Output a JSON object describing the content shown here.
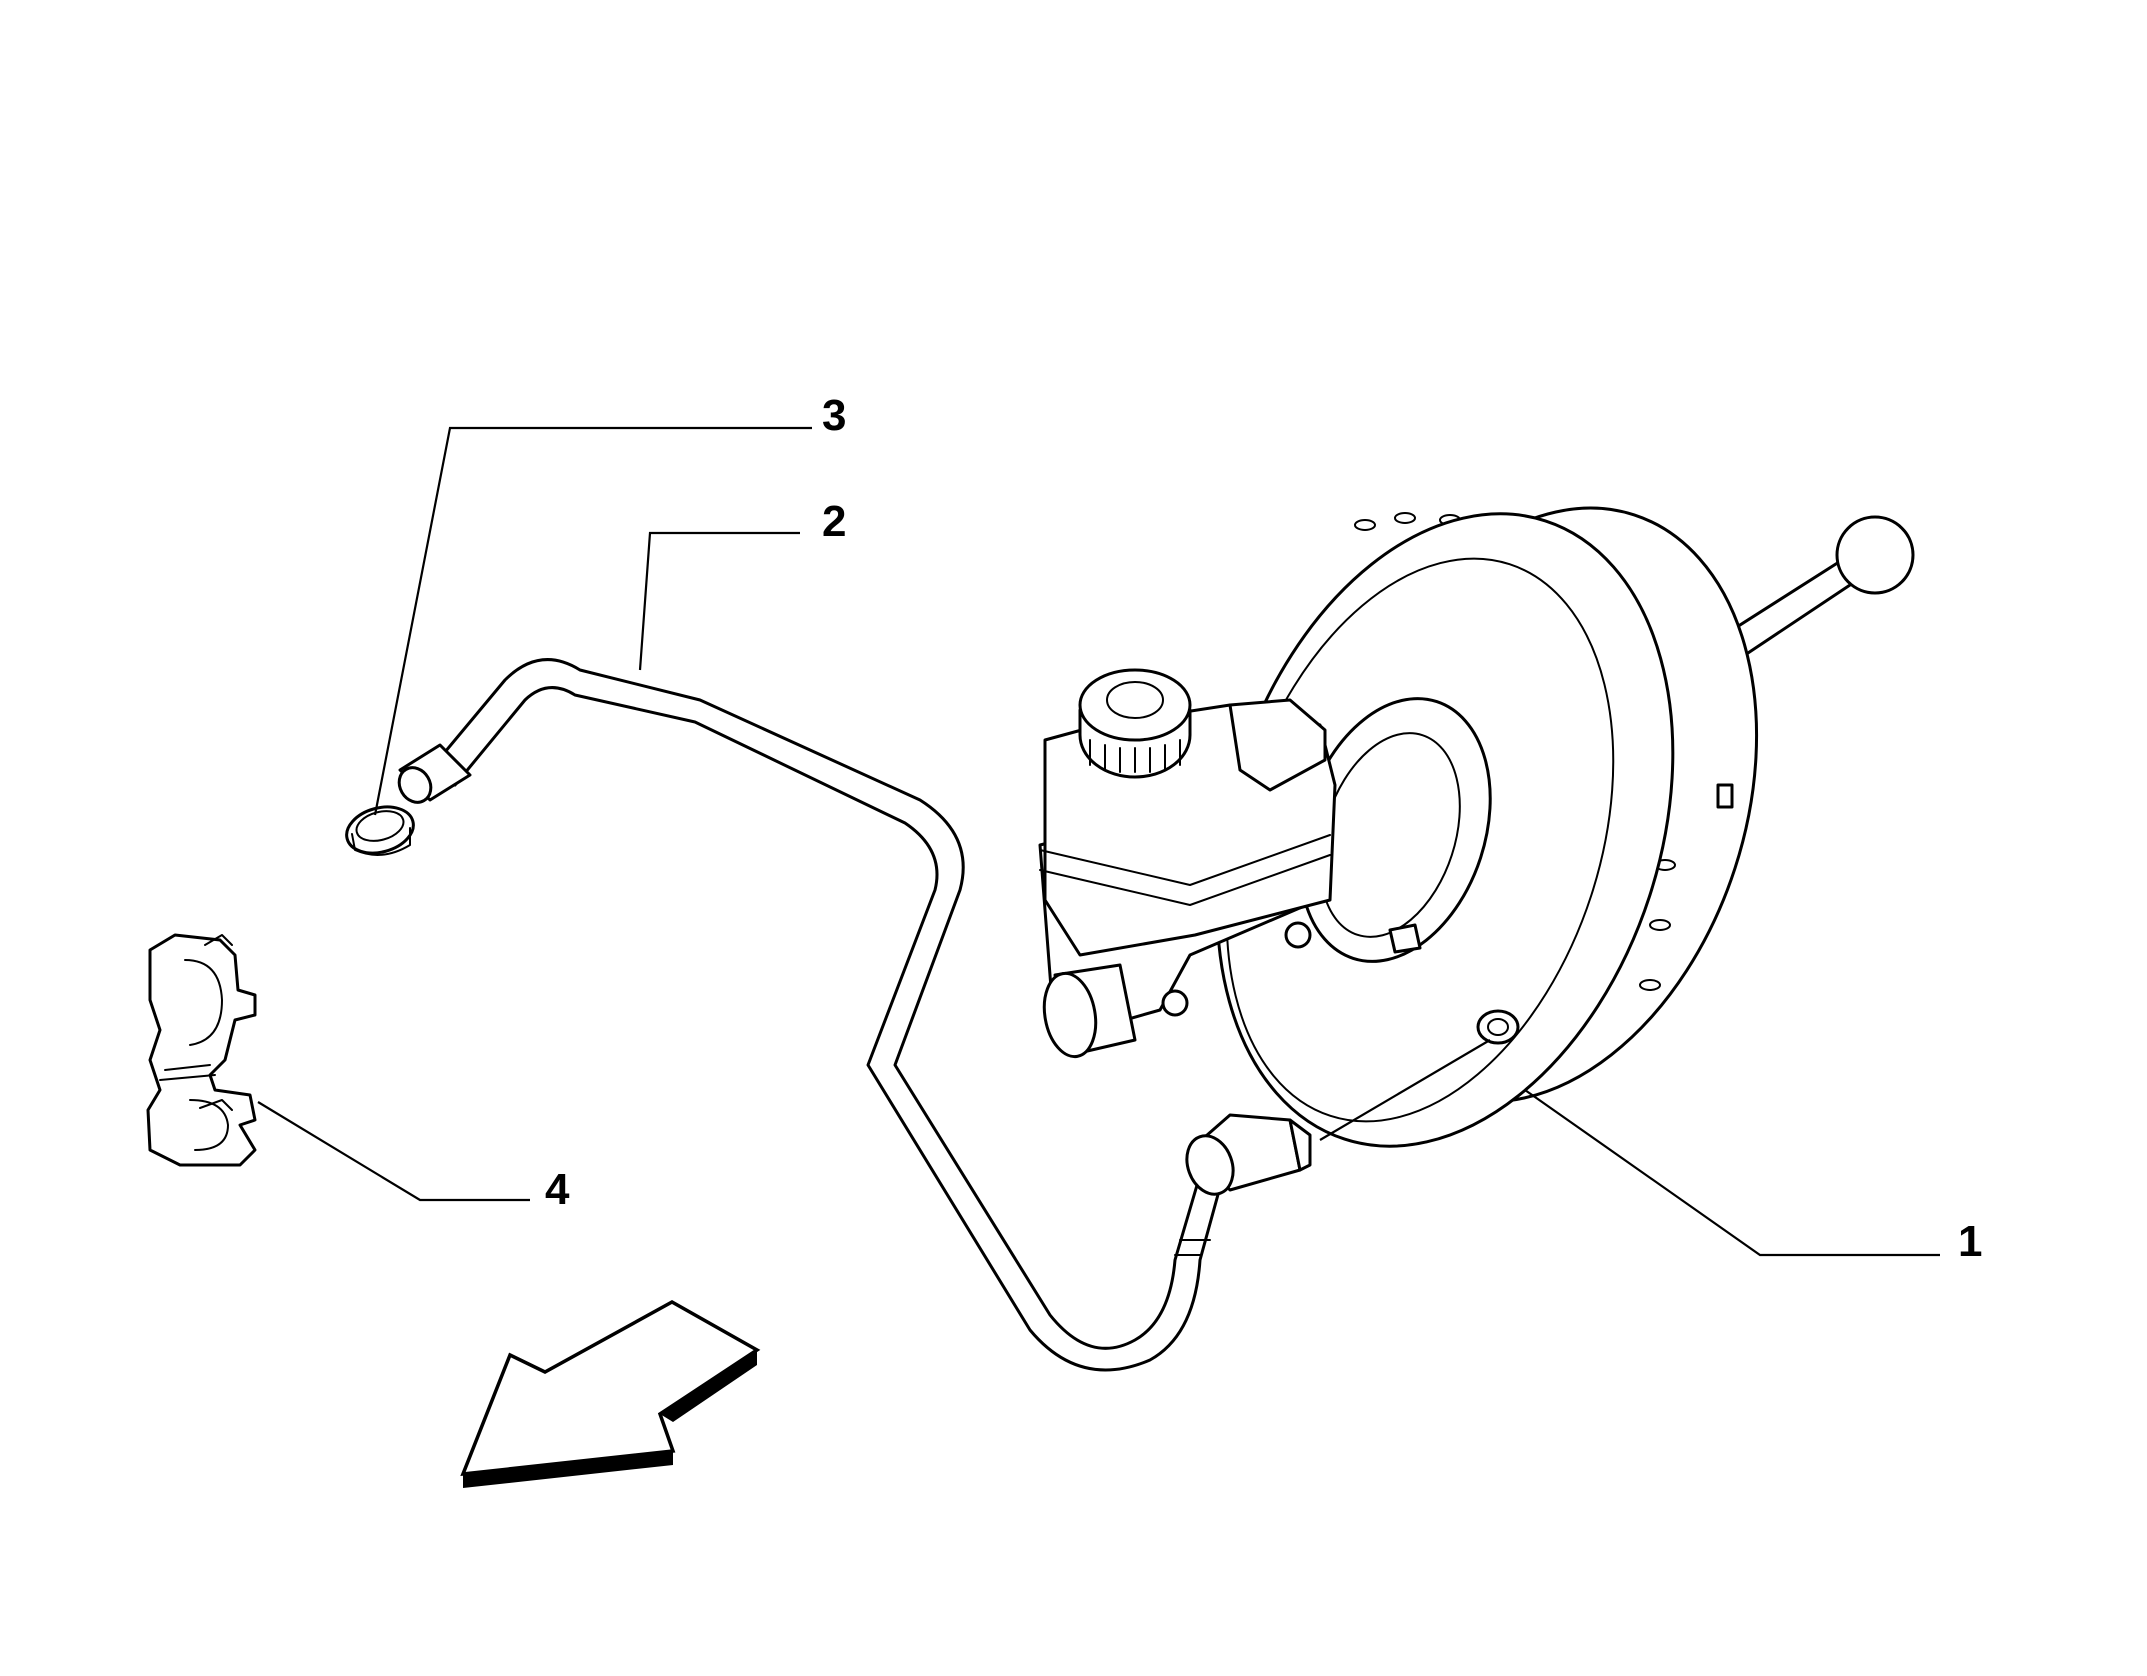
{
  "callouts": [
    {
      "id": "1",
      "label": "1",
      "part": "brake-servo-assembly"
    },
    {
      "id": "2",
      "label": "2",
      "part": "vacuum-hose"
    },
    {
      "id": "3",
      "label": "3",
      "part": "hose-clamp"
    },
    {
      "id": "4",
      "label": "4",
      "part": "hose-retaining-clip"
    }
  ],
  "icons": {
    "direction_arrow": "direction-arrow-icon"
  },
  "colors": {
    "line": "#000000",
    "background": "#ffffff"
  }
}
